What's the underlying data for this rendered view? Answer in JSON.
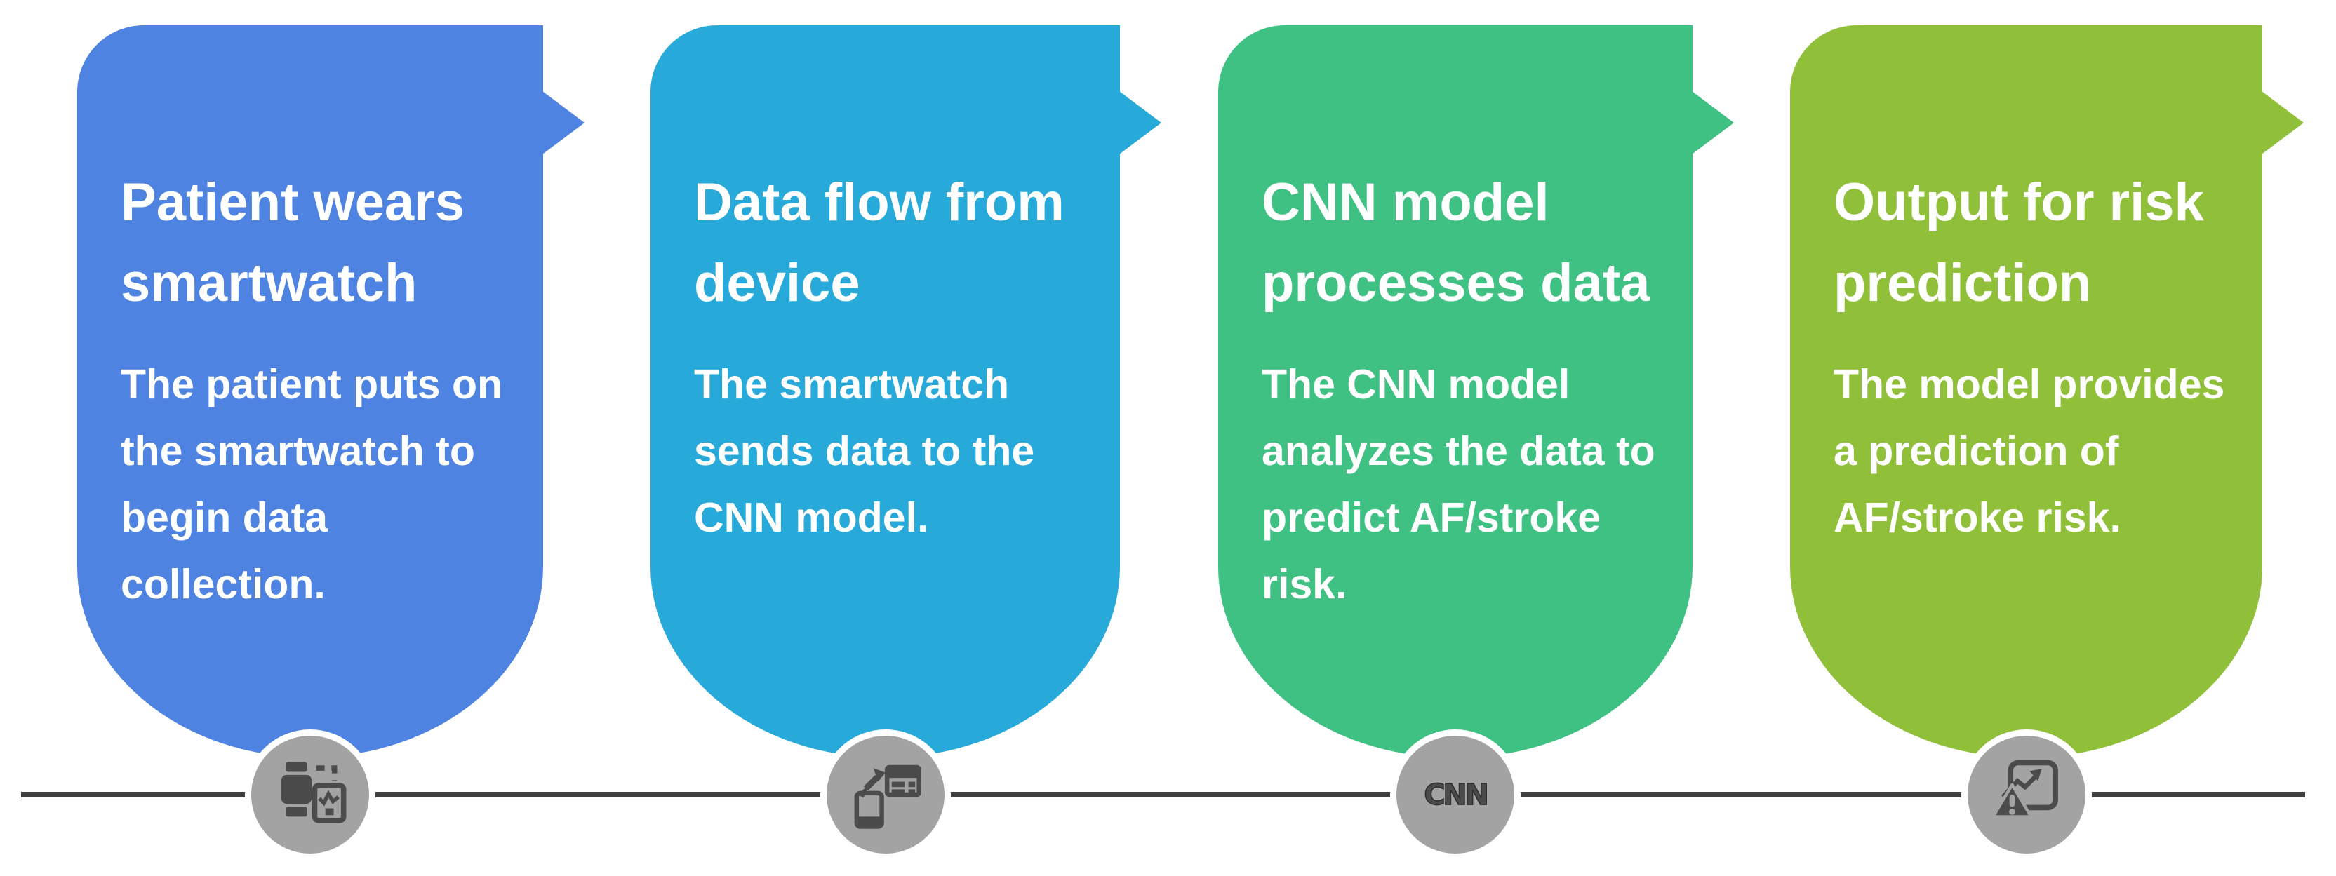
{
  "diagram": {
    "background": "#ffffff",
    "timeline_color": "#3f3f3f",
    "badge_color": "#a3a3a3",
    "glyph_color": "#4b4b4b",
    "text_color": "#ffffff",
    "steps": [
      {
        "title": "Patient wears\nsmartwatch",
        "description": "The patient puts on\nthe smartwatch to\nbegin data\ncollection.",
        "color": "#4e83e1",
        "icon": "smartwatch-data-icon"
      },
      {
        "title": "Data flow from\ndevice",
        "description": "The smartwatch\nsends data to the\nCNN model.",
        "color": "#27a9da",
        "icon": "phone-data-sync-icon"
      },
      {
        "title": "CNN model\nprocesses data",
        "description": "The CNN model\nanalyzes the data to\npredict AF/stroke\nrisk.",
        "color": "#3fc183",
        "icon": "cnn-logo-icon",
        "icon_text": "CNN"
      },
      {
        "title": "Output for risk\nprediction",
        "description": "The model provides\na prediction of\nAF/stroke risk.",
        "color": "#90bf3a",
        "icon": "risk-chart-alert-icon"
      }
    ]
  }
}
